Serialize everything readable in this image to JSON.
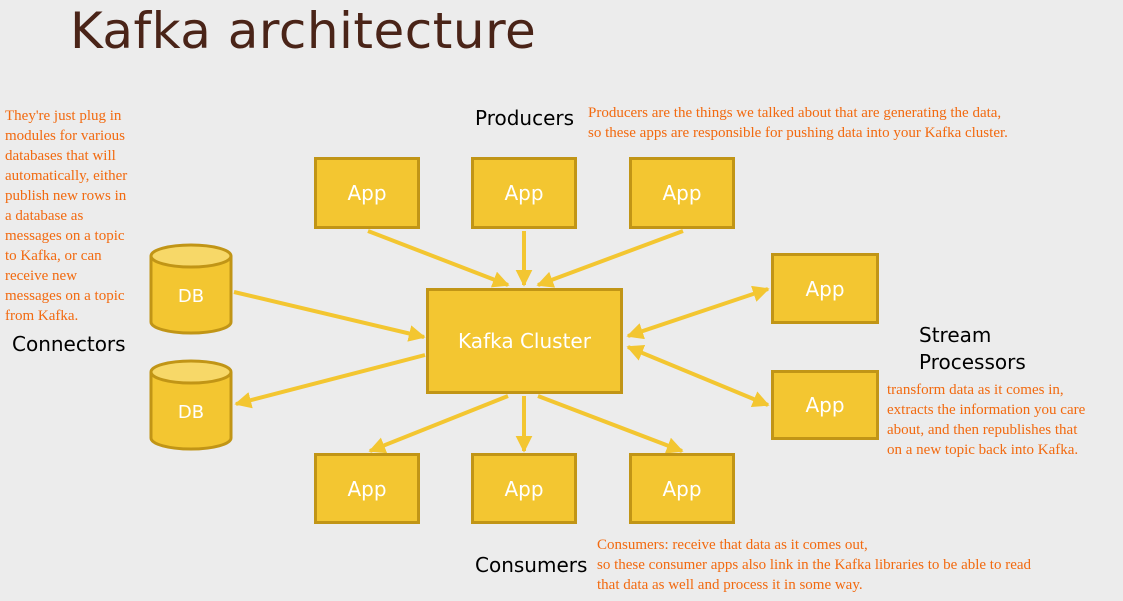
{
  "title": "Kafka architecture",
  "connectors": {
    "heading": "Connectors",
    "note_lines": [
      "They're just plug in",
      "modules for various",
      "databases that will",
      "automatically, either",
      "publish new rows in",
      "a database as",
      "messages on a topic",
      "to Kafka, or can",
      "receive new",
      "messages on a topic",
      "from Kafka."
    ],
    "db_labels": [
      "DB",
      "DB"
    ]
  },
  "producers": {
    "heading": "Producers",
    "note_lines": [
      "Producers are the things we talked about that are generating the data,",
      "so these apps are responsible for pushing data into your Kafka cluster."
    ],
    "apps": [
      "App",
      "App",
      "App"
    ]
  },
  "cluster": {
    "label": "Kafka Cluster"
  },
  "stream_processors": {
    "heading_lines": [
      "Stream",
      "Processors"
    ],
    "note_lines": [
      "transform data as it comes in,",
      "extracts the information you care",
      "about, and then republishes that",
      "on a new topic back into Kafka."
    ],
    "apps": [
      "App",
      "App"
    ]
  },
  "consumers": {
    "heading": "Consumers",
    "note_lines": [
      "Consumers: receive that data as it comes out,",
      "so these consumer apps also link in the Kafka libraries to be able to read",
      "that data as well and process it in some way."
    ],
    "apps": [
      "App",
      "App",
      "App"
    ]
  },
  "colors": {
    "box_fill": "#f3c631",
    "box_border": "#c19516",
    "arrow": "#f3c631",
    "note_text": "#f26a10",
    "title_text": "#4a2418",
    "background": "#ececec"
  }
}
